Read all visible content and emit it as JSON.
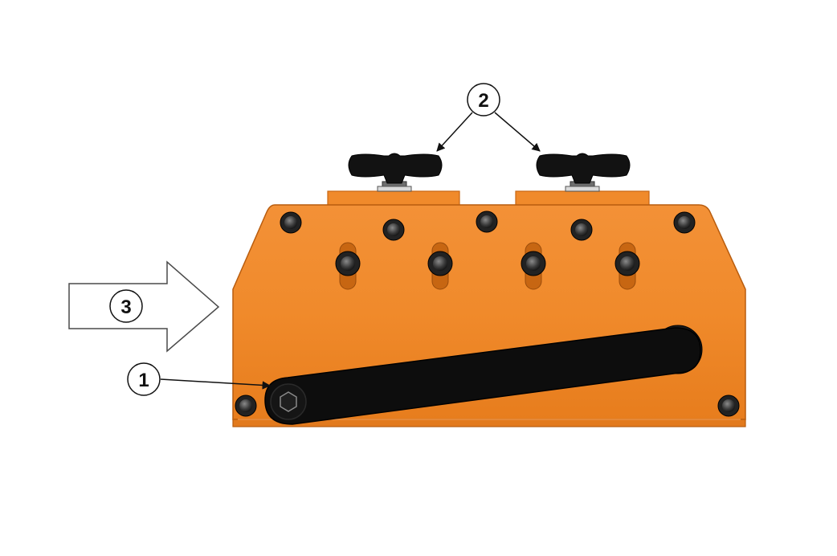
{
  "callouts": {
    "crank_handle": "1",
    "clamp_knobs": "2",
    "feed_direction": "3"
  },
  "colors": {
    "body": "#f28a2c",
    "body_dark": "#d8701a",
    "body_shadow": "#c76612",
    "handle": "#0d0d0d",
    "bolt": "#3a3a3a",
    "arrow_outline": "#333333"
  },
  "icons": {
    "feed_direction": "right-arrow-icon",
    "clamp": "t-knob-icon",
    "fastener": "bolt-icon"
  }
}
